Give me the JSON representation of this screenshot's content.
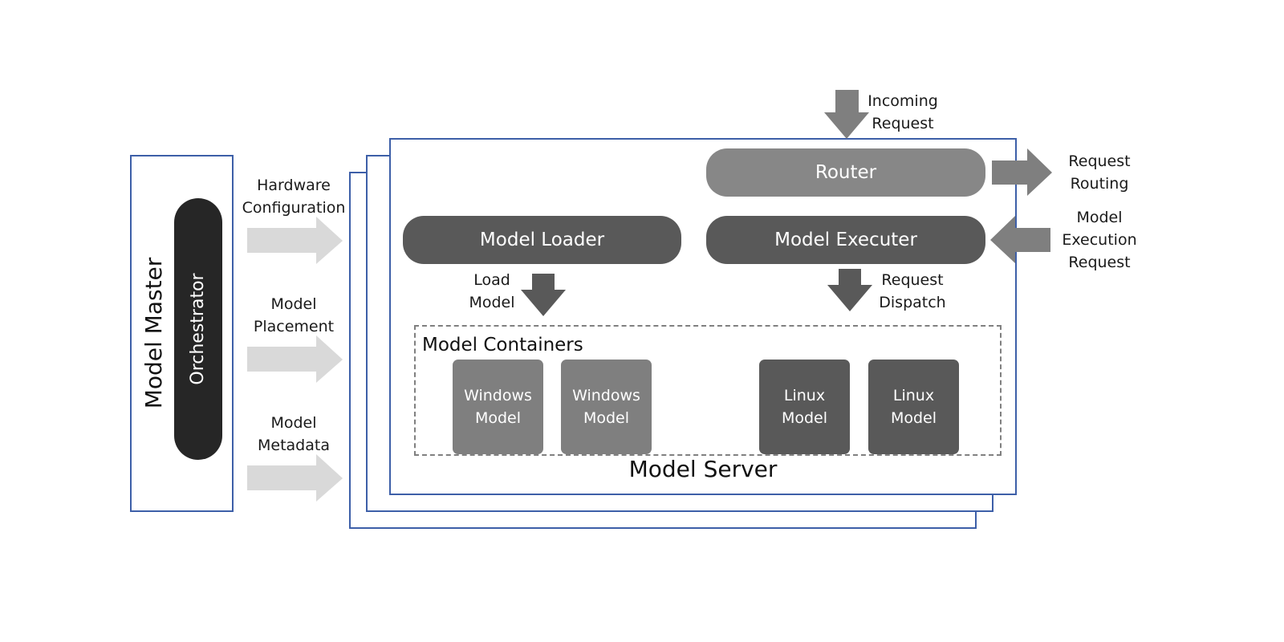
{
  "colors": {
    "frame_border": "#3d5fa8",
    "light_arrow": "#d9d9d9",
    "mid_arrow": "#7f7f7f",
    "dark_arrow": "#595959",
    "router": "#878787",
    "dark_pill": "#595959",
    "orchestrator": "#262626",
    "windows_tile": "#7f7f7f",
    "linux_tile": "#595959",
    "dashed_border": "#808080"
  },
  "master": {
    "title": "Model Master",
    "orchestrator": "Orchestrator"
  },
  "inputs": [
    {
      "line1": "Hardware",
      "line2": "Configuration"
    },
    {
      "line1": "Model",
      "line2": "Placement"
    },
    {
      "line1": "Model",
      "line2": "Metadata"
    }
  ],
  "server": {
    "title": "Model Server",
    "incoming": {
      "line1": "Incoming",
      "line2": "Request"
    },
    "router": "Router",
    "routing": {
      "line1": "Request",
      "line2": "Routing"
    },
    "loader": "Model Loader",
    "executer": "Model Executer",
    "execution_request": {
      "line1": "Model",
      "line2": "Execution",
      "line3": "Request"
    },
    "load_model": {
      "line1": "Load",
      "line2": "Model"
    },
    "dispatch": {
      "line1": "Request",
      "line2": "Dispatch"
    },
    "containers": {
      "title": "Model Containers",
      "tiles": [
        {
          "line1": "Windows",
          "line2": "Model"
        },
        {
          "line1": "Windows",
          "line2": "Model"
        },
        {
          "line1": "Linux",
          "line2": "Model"
        },
        {
          "line1": "Linux",
          "line2": "Model"
        }
      ]
    }
  }
}
